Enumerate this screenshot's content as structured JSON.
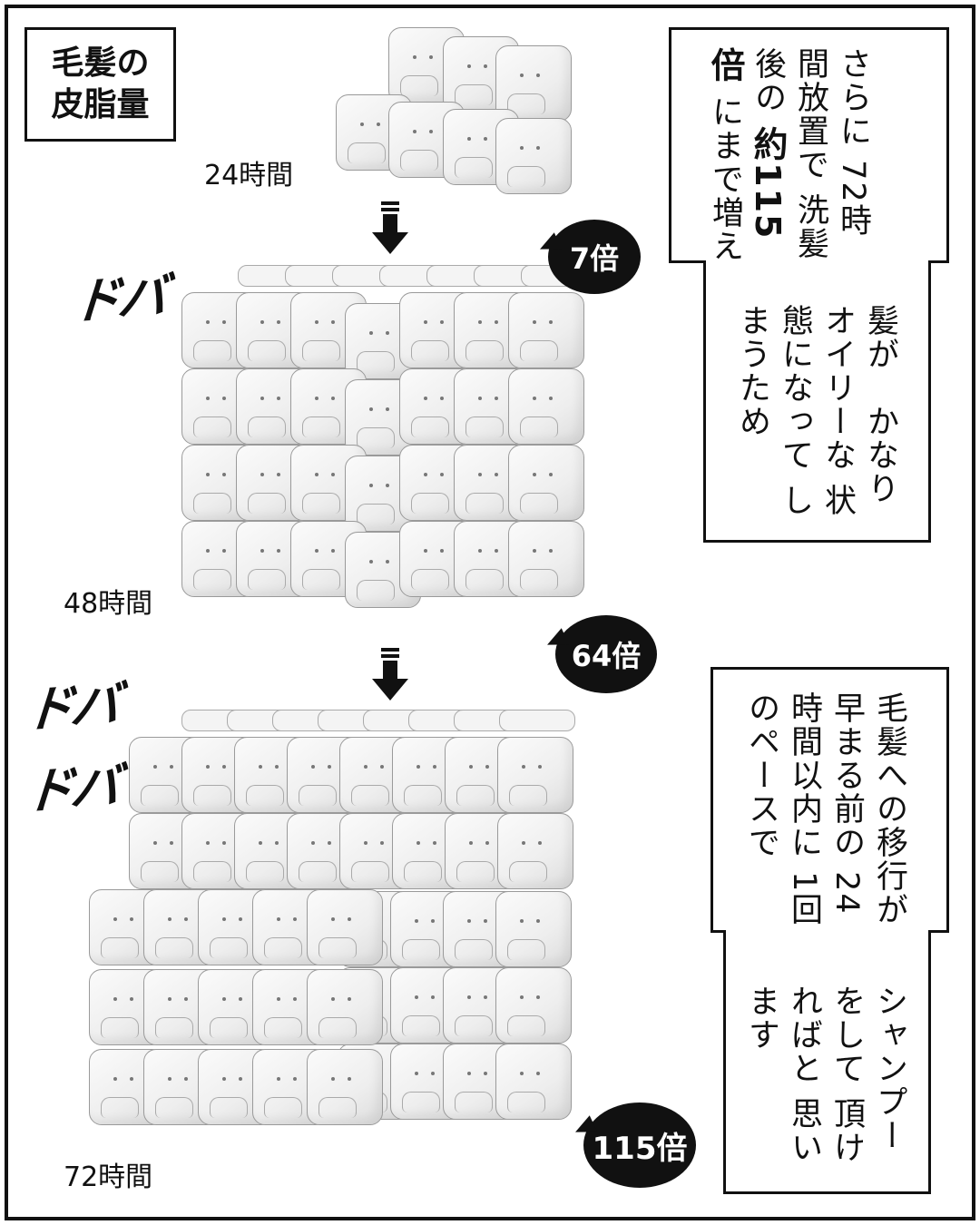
{
  "title": {
    "line1": "毛髪の",
    "line2": "皮脂量"
  },
  "stages": [
    {
      "time_label": "24時間",
      "multiplier": "7倍"
    },
    {
      "time_label": "48時間",
      "multiplier": "64倍"
    },
    {
      "time_label": "72時間",
      "multiplier": "115倍"
    }
  ],
  "sfx": [
    "ドバ",
    "ドバ",
    "ドバ"
  ],
  "box1": {
    "col1": "さらに",
    "col2": "72時間放置で",
    "col3": "洗髪後の",
    "col4_bold": "約115倍",
    "col5": "にまで増え",
    "col6": "髪が　かなり",
    "col7": "オイリーな",
    "col8": "状態になって",
    "col9": "しまうため"
  },
  "box2": {
    "col1": "毛髪への移行が",
    "col2": "早まる前の",
    "col3": "24時間以内に",
    "col4": "1回のペースで",
    "col5": "シャンプー",
    "col6": "をして",
    "col7": "頂ければと",
    "col8": "思います"
  }
}
